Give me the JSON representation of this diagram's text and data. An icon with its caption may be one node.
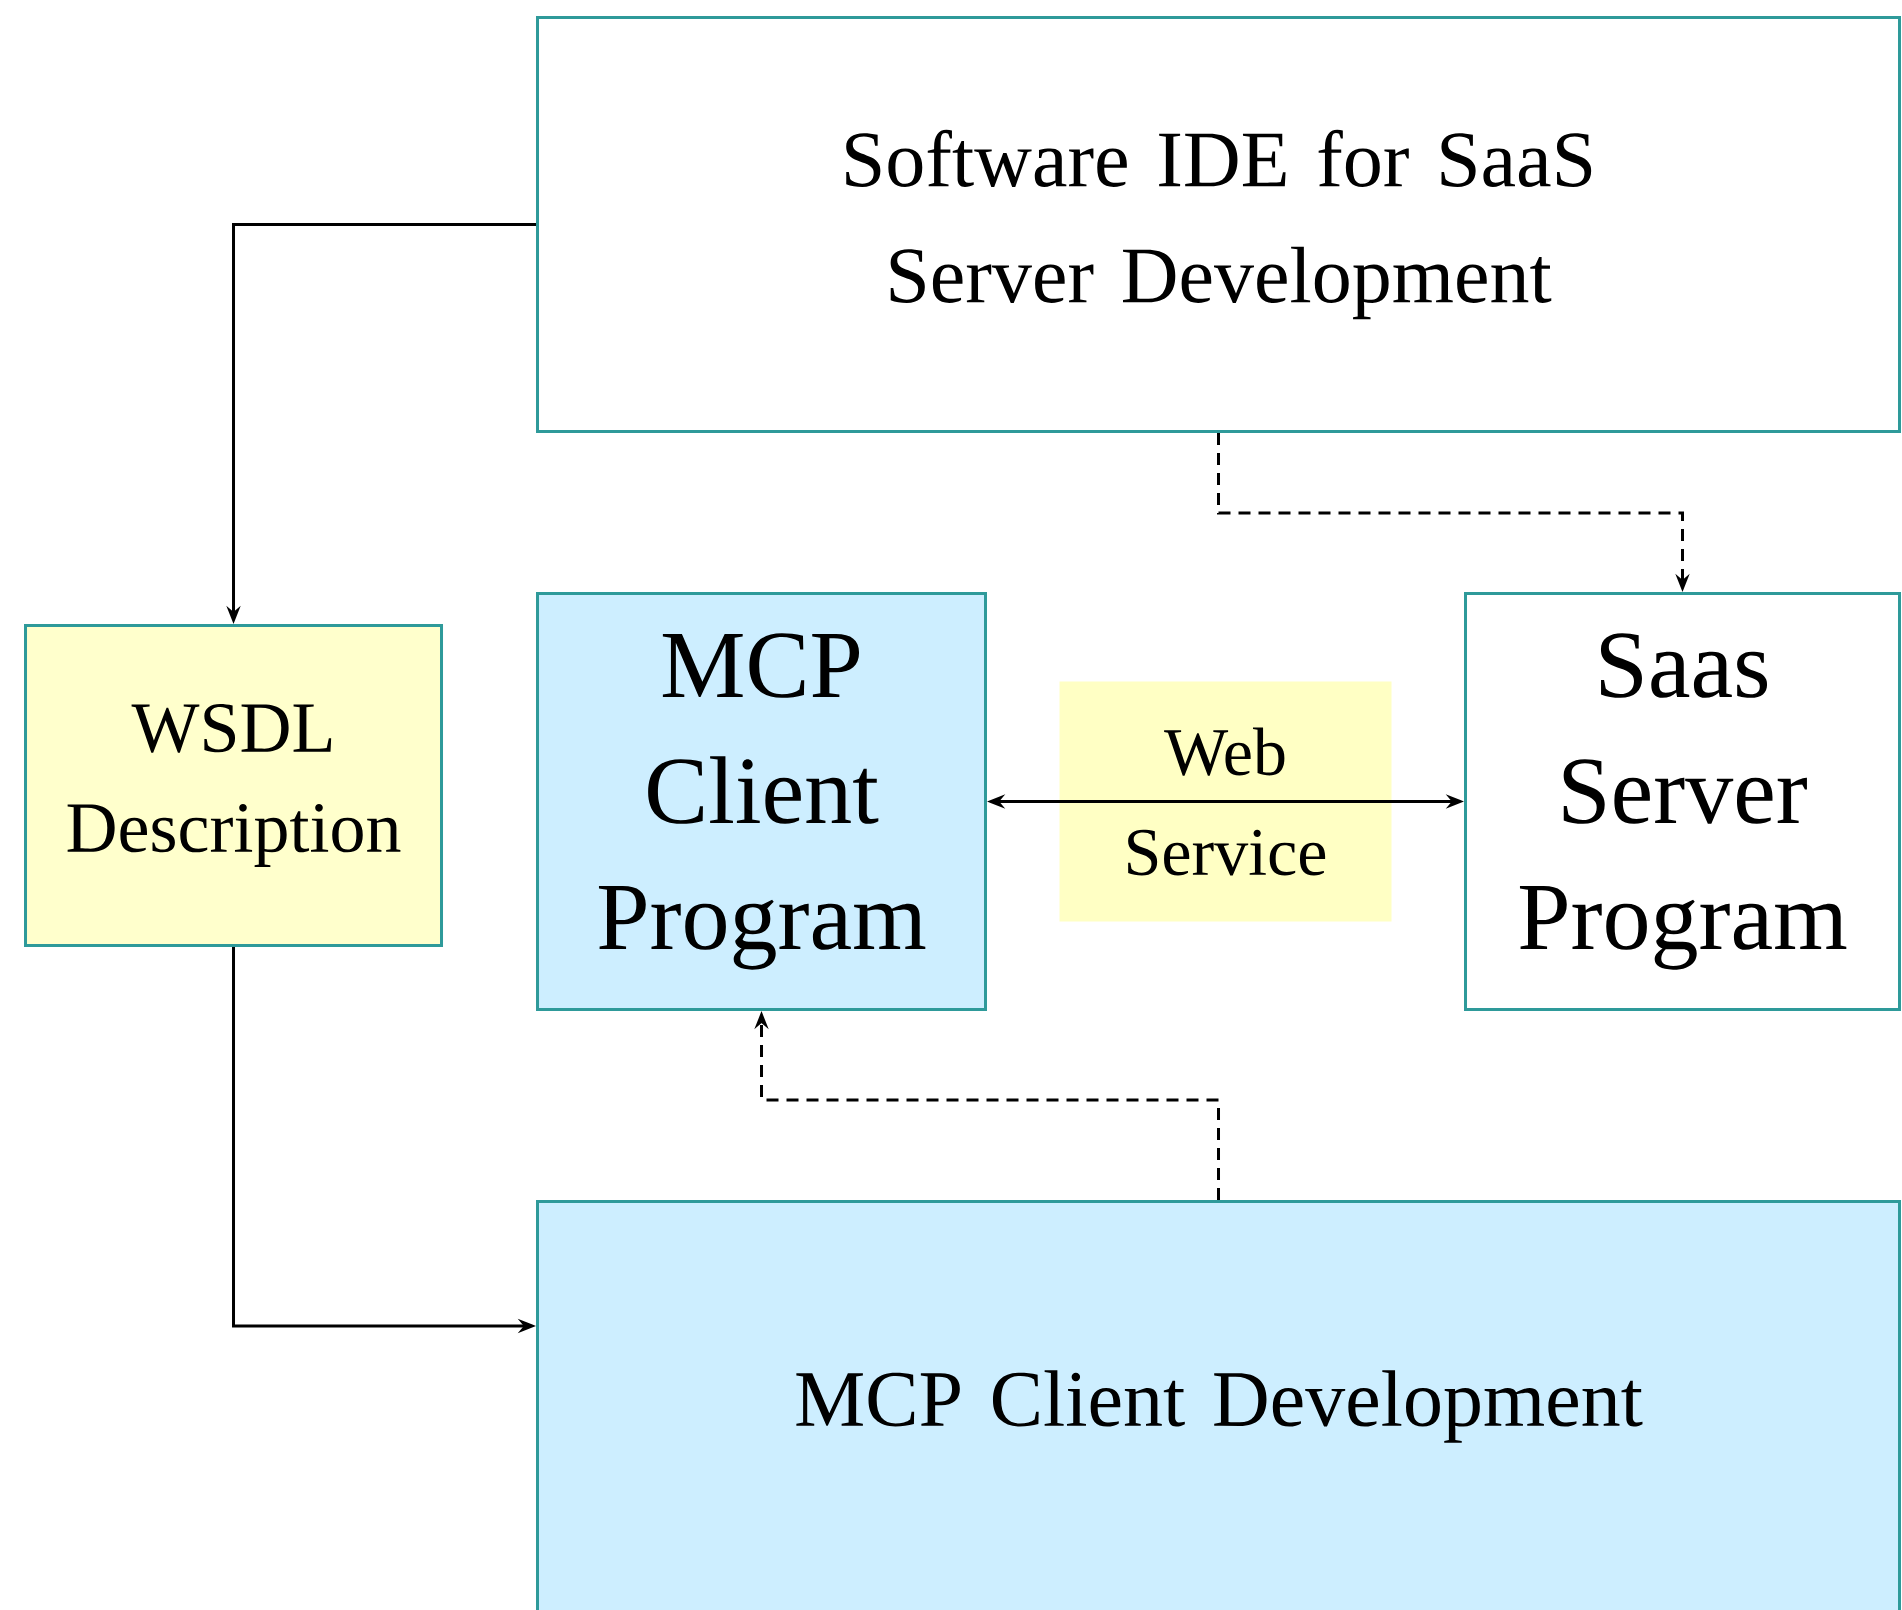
{
  "diagram": {
    "nodes": [
      {
        "text": [
          "Software IDE for SaaS Server Development"
        ]
      },
      {
        "text": [
          "WSDL Description"
        ]
      },
      {
        "text": [
          "MCP Client Program"
        ]
      },
      {
        "text": [
          "Saas Server Program"
        ]
      },
      {
        "text": [
          "MCP Client Development"
        ]
      }
    ],
    "edges": [
      {
        "from": 0,
        "to": 1,
        "arrow": "to"
      },
      {
        "from": 0,
        "to": 3,
        "arrow": "to",
        "style": "dashed"
      },
      {
        "from": 2,
        "to": 3,
        "arrow": "both",
        "label": "Web Service"
      },
      {
        "from": 1,
        "to": 4,
        "arrow": "to"
      },
      {
        "from": 4,
        "to": 2,
        "arrow": "to",
        "style": "dashed"
      }
    ]
  }
}
